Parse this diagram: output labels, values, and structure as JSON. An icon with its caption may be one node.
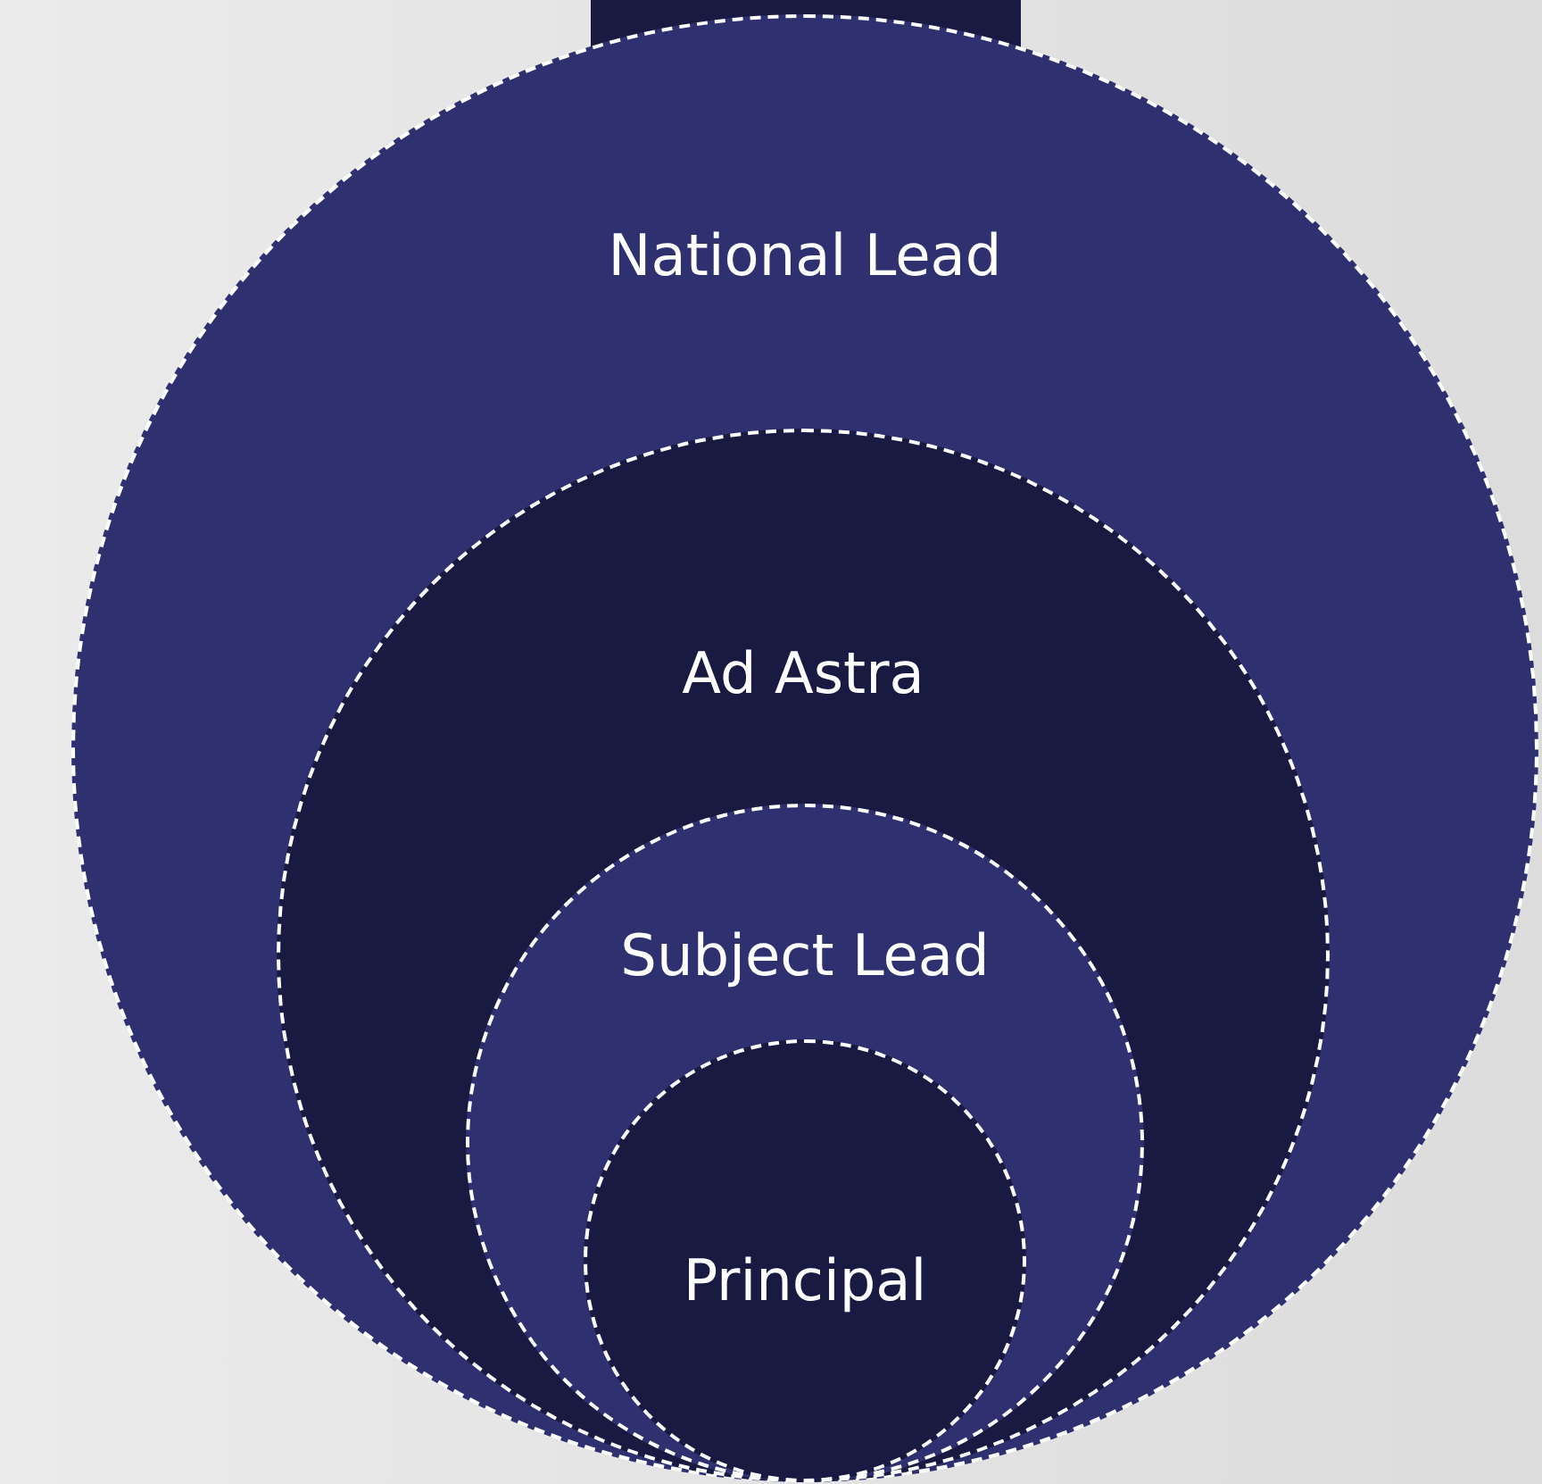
{
  "diagram": {
    "nodes": [
      {
        "text": [
          "National Lead"
        ]
      },
      {
        "text": [
          "Ad Astra"
        ],
        "in": 0
      },
      {
        "text": [
          "Subject Lead"
        ],
        "in": 1
      },
      {
        "text": [
          "Principal"
        ],
        "in": 2
      }
    ]
  }
}
